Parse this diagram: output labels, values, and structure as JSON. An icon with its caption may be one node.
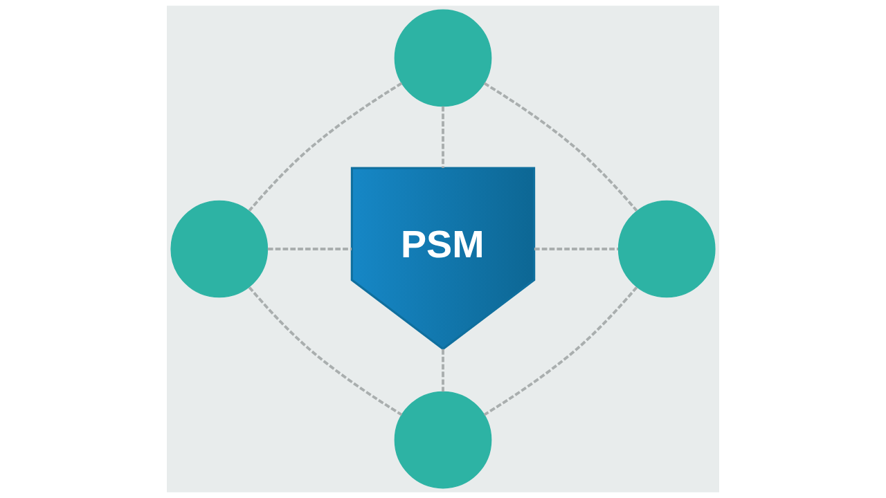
{
  "diagram": {
    "nodes": [
      {
        "text": [],
        "shape": "circle"
      },
      {
        "text": [],
        "shape": "circle"
      },
      {
        "text": [
          "PSM"
        ]
      },
      {
        "text": [],
        "shape": "circle"
      },
      {
        "text": [],
        "shape": "circle"
      }
    ],
    "edges": [
      {
        "from": 0,
        "to": 2,
        "arrow": "none",
        "style": "dashed"
      },
      {
        "from": 1,
        "to": 2,
        "arrow": "none",
        "style": "dashed"
      },
      {
        "from": 2,
        "to": 3,
        "arrow": "none",
        "style": "dashed"
      },
      {
        "from": 2,
        "to": 4,
        "arrow": "none",
        "style": "dashed"
      },
      {
        "from": 0,
        "to": 1,
        "arrow": "none",
        "style": "dashed"
      },
      {
        "from": 0,
        "to": 3,
        "arrow": "none",
        "style": "dashed"
      },
      {
        "from": 1,
        "to": 4,
        "arrow": "none",
        "style": "dashed"
      },
      {
        "from": 3,
        "to": 4,
        "arrow": "none",
        "style": "dashed"
      }
    ]
  }
}
